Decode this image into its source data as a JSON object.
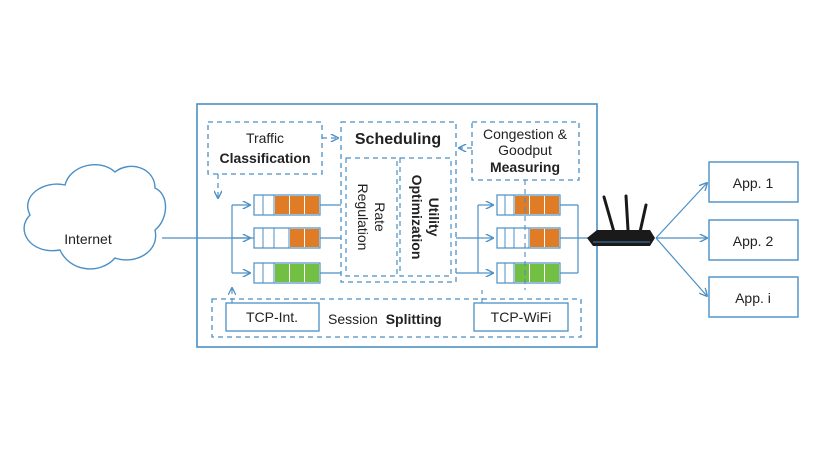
{
  "internet": {
    "label": "Internet"
  },
  "traffic_classification": {
    "line1": "Traffic",
    "line2": "Classification"
  },
  "scheduling": {
    "title": "Scheduling"
  },
  "rate_regulation": {
    "line1": "Rate",
    "line2": "Regulation"
  },
  "utility_optimization": {
    "line1": "Utility",
    "line2": "Optimization"
  },
  "congestion": {
    "line1": "Congestion &",
    "line2": "Goodput",
    "line3": "Measuring"
  },
  "session": {
    "tcp_int": "TCP-Int.",
    "prefix": "Session",
    "suffix": "Splitting",
    "tcp_wifi": "TCP-WiFi"
  },
  "apps": [
    "App. 1",
    "App. 2",
    "App. i"
  ],
  "colors": {
    "accent": "#4b8fc5",
    "queue_orange": "#e07b26",
    "queue_green": "#72bf44",
    "router": "#1a1a1a"
  },
  "icons": {
    "router": "wifi-router-icon",
    "cloud": "cloud-icon"
  }
}
